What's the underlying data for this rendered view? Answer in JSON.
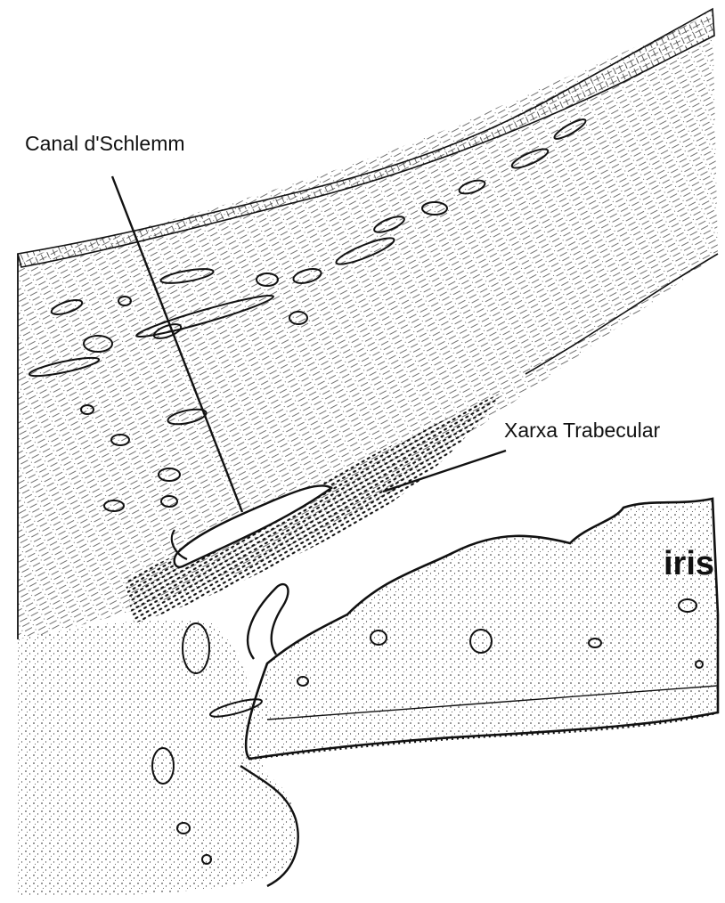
{
  "labels": {
    "canal": "Canal d'Schlemm",
    "trabecular": "Xarxa Trabecular",
    "iris": "iris"
  },
  "colors": {
    "ink": "#111111",
    "background": "#ffffff"
  }
}
